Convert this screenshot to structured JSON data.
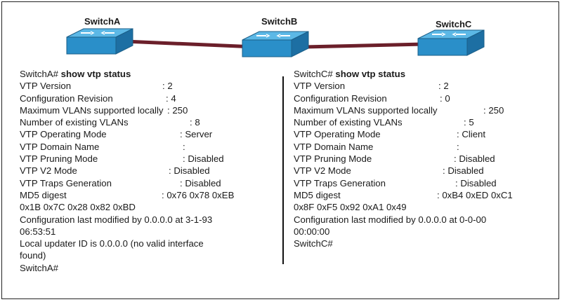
{
  "switches": {
    "a": "SwitchA",
    "b": "SwitchB",
    "c": "SwitchC"
  },
  "left": {
    "prompt": "SwitchA#",
    "command": "show vtp status",
    "rows": [
      {
        "k": "VTP Version",
        "v": ": 2"
      },
      {
        "k": "Configuration Revision",
        "v": ": 4"
      },
      {
        "k": "Maximum VLANs supported locally",
        "v": ": 250"
      },
      {
        "k": "Number of existing VLANs",
        "v": ": 8"
      },
      {
        "k": "VTP Operating Mode",
        "v": ": Server"
      },
      {
        "k": "VTP Domain Name",
        "v": ":"
      },
      {
        "k": "VTP Pruning Mode",
        "v": ": Disabled"
      },
      {
        "k": "VTP V2 Mode",
        "v": ": Disabled"
      },
      {
        "k": "VTP Traps Generation",
        "v": ": Disabled"
      },
      {
        "k": "MD5 digest",
        "v": ": 0x76 0x78 0xEB"
      }
    ],
    "md5_cont": "0x1B 0x7C 0x28 0x82 0xBD",
    "modified1": "Configuration last modified by 0.0.0.0 at 3-1-93",
    "modified2": "06:53:51",
    "updater1": "Local updater ID is 0.0.0.0 (no valid interface",
    "updater2": "found)",
    "end_prompt": "SwitchA#"
  },
  "right": {
    "prompt": "SwitchC#",
    "command": "show vtp status",
    "rows": [
      {
        "k": "VTP Version",
        "v": ": 2"
      },
      {
        "k": "Configuration Revision",
        "v": ": 0"
      },
      {
        "k": "Maximum VLANs supported locally",
        "v": ": 250"
      },
      {
        "k": "Number of existing VLANs",
        "v": ": 5"
      },
      {
        "k": "VTP Operating Mode",
        "v": ": Client"
      },
      {
        "k": "VTP Domain Name",
        "v": ":"
      },
      {
        "k": "VTP Pruning Mode",
        "v": ": Disabled"
      },
      {
        "k": "VTP V2 Mode",
        "v": ": Disabled"
      },
      {
        "k": "VTP Traps Generation",
        "v": ": Disabled"
      },
      {
        "k": "MD5 digest",
        "v": ": 0xB4 0xED 0xC1"
      }
    ],
    "md5_cont": "0x8F 0xF5 0x92 0xA1 0x49",
    "modified1": "Configuration last modified by 0.0.0.0 at 0-0-00",
    "modified2": "00:00:00",
    "end_prompt": "SwitchC#"
  },
  "colors": {
    "switch_top": "#3aa0d6",
    "switch_side": "#1d78ad",
    "link": "#6b1f2a"
  }
}
